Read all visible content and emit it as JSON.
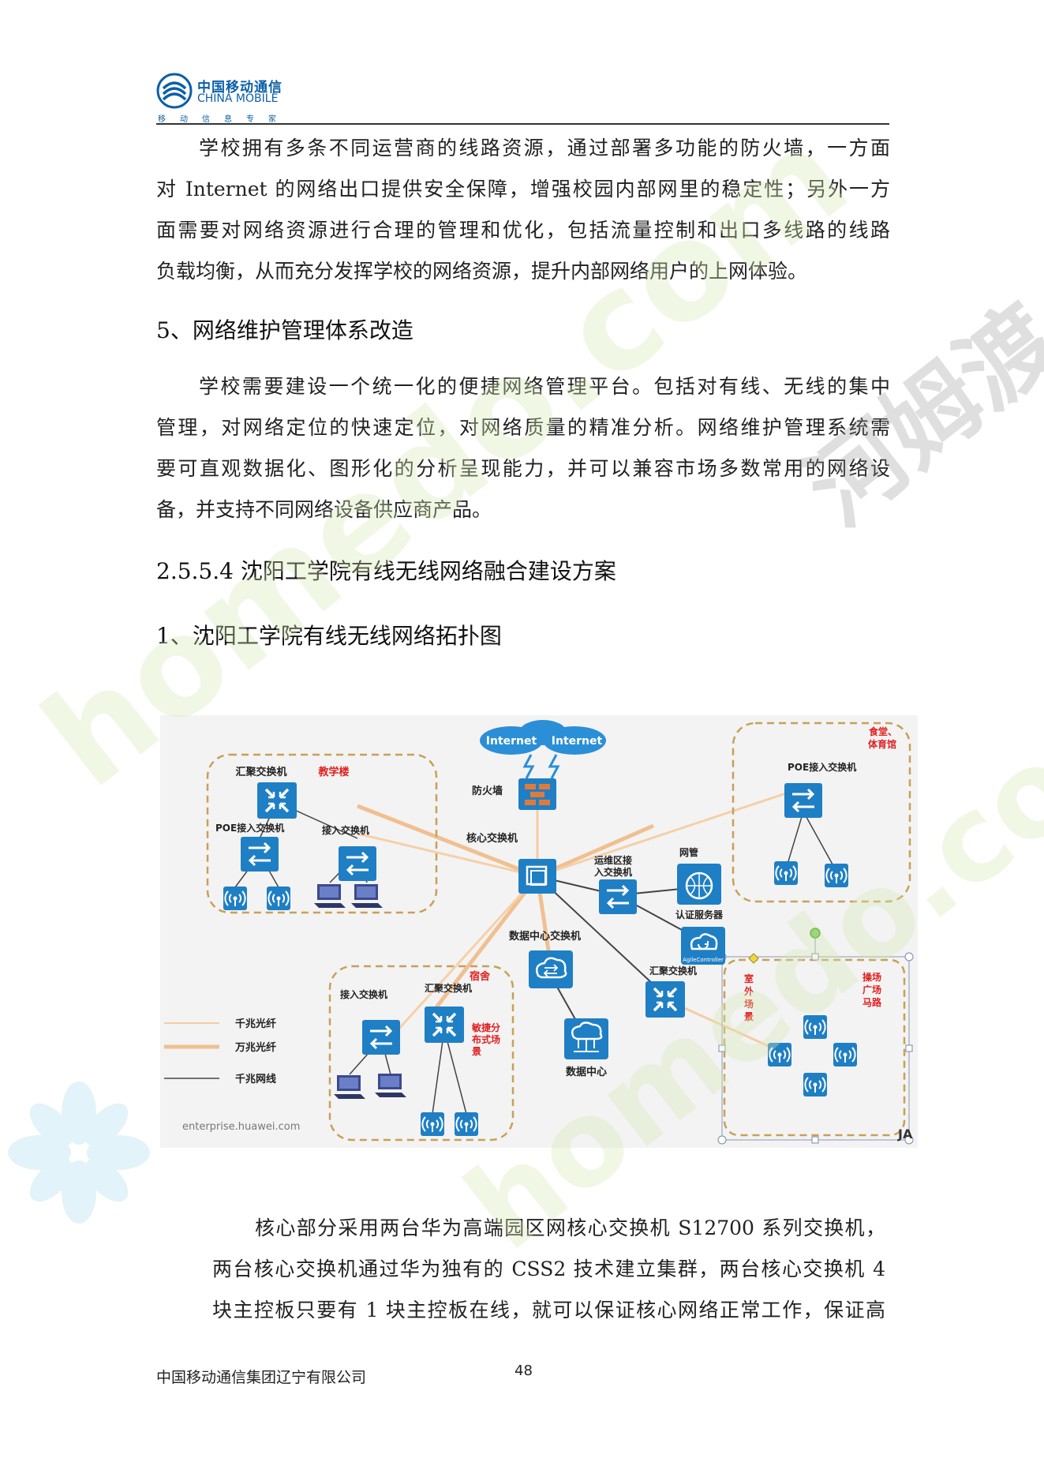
{
  "header": {
    "logo_cn": "中国移动通信",
    "logo_en": "CHINA MOBILE",
    "logo_tagline": "移动信息专家"
  },
  "paragraph1": {
    "lines": [
      "学校拥有多条不同运营商的线路资源，通过部署多功能的防火墙，一方面",
      "对 Internet 的网络出口提供安全保障，增强校园内部网里的稳定性；另外一方",
      "面需要对网络资源进行合理的管理和优化，包括流量控制和出口多线路的线路",
      "负载均衡，从而充分发挥学校的网络资源，提升内部网络用户的上网体验。"
    ]
  },
  "heading5": "5、网络维护管理体系改造",
  "paragraph2": {
    "lines": [
      "学校需要建设一个统一化的便捷网络管理平台。包括对有线、无线的集中",
      "管理，对网络定位的快速定位，对网络质量的精准分析。网络维护管理系统需",
      "要可直观数据化、图形化的分析呈现能力，并可以兼容市场多数常用的网络设",
      "备，并支持不同网络设备供应商产品。"
    ]
  },
  "heading_section": "2.5.5.4 沈阳工学院有线无线网络融合建设方案",
  "heading1": "1、沈阳工学院有线无线网络拓扑图",
  "diagram": {
    "internet_1": "Internet",
    "internet_2": "Internet",
    "firewall": "防火墙",
    "core_switch": "核心交换机",
    "teaching_aggregation": "汇聚交换机",
    "teaching_building": "教学楼",
    "teaching_poe_access": "POE接入交换机",
    "teaching_access": "接入交换机",
    "ops_access": "运维区接入交换机",
    "ops_access_l1": "运维区接",
    "ops_access_l2": "入交换机",
    "netmgmt": "网管",
    "auth_server": "认证服务器",
    "agile_controller": "AgileController",
    "dc_switch": "数据中心交换机",
    "datacenter": "数据中心",
    "dorm_access": "接入交换机",
    "dorm_aggregation": "汇聚交换机",
    "dorm": "宿舍",
    "agile_scene": "敏捷分布式场景",
    "agile_scene_l1": "敏捷分",
    "agile_scene_l2": "布式场",
    "agile_scene_l3": "景",
    "outdoor_aggregation": "汇聚交换机",
    "outdoor_scene": "室外场景",
    "playground": "操场广场马路",
    "playground_l1": "操场",
    "playground_l2": "广场",
    "playground_l3": "马路",
    "canteen": "食堂、体育馆",
    "canteen_l1": "食堂、",
    "canteen_l2": "体育馆",
    "canteen_poe_access": "POE接入交换机",
    "legend_gig_fiber": "千兆光纤",
    "legend_10g_fiber": "万兆光纤",
    "legend_gig_cable": "千兆网线",
    "source": "enterprise.huawei.com",
    "corner_mark": "JA",
    "colors": {
      "device_blue": "#1f7fc4",
      "zone_border": "#c8a056",
      "label_red": "#e02020",
      "fiber_10g": "#f0c090",
      "fiber_1g": "#f5cca0",
      "cable": "#444444"
    }
  },
  "paragraph3": {
    "lines": [
      "核心部分采用两台华为高端园区网核心交换机 S12700 系列交换机，",
      "两台核心交换机通过华为独有的 CSS2 技术建立集群，两台核心交换机 4",
      "块主控板只要有 1 块主控板在线，就可以保证核心网络正常工作，保证高"
    ]
  },
  "footer": {
    "company": "中国移动通信集团辽宁有限公司",
    "page_number": "48"
  },
  "watermark": {
    "text": "homedo.com",
    "brand": "河姆渡"
  }
}
